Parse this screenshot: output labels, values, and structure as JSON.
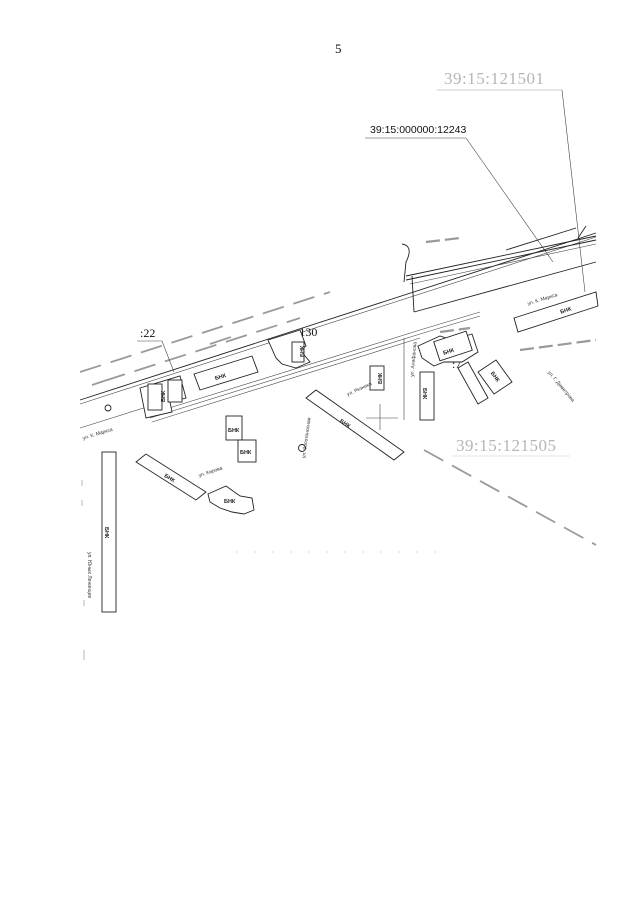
{
  "page_number": "5",
  "cadastral_blocks": {
    "north": "39:15:121501",
    "south": "39:15:121505"
  },
  "parcel_labels": {
    "linear": "39:15:000000:12243",
    "p22": ":22",
    "p130": ":130",
    "p7": ":7"
  },
  "building_label": "БНК",
  "streets": {
    "marx_west": "ул. К. Маркса",
    "marx_east": "ул. К. Маркса",
    "dimitrova": "ул. Г. Димитрова",
    "reznika": "ул. Резника",
    "alifanova": "ул. Алифанова",
    "kirova": "ул. Кирова",
    "zolotaya": "ул. Золотоносная",
    "lyubov": "ул. Юных Ленинцев"
  }
}
